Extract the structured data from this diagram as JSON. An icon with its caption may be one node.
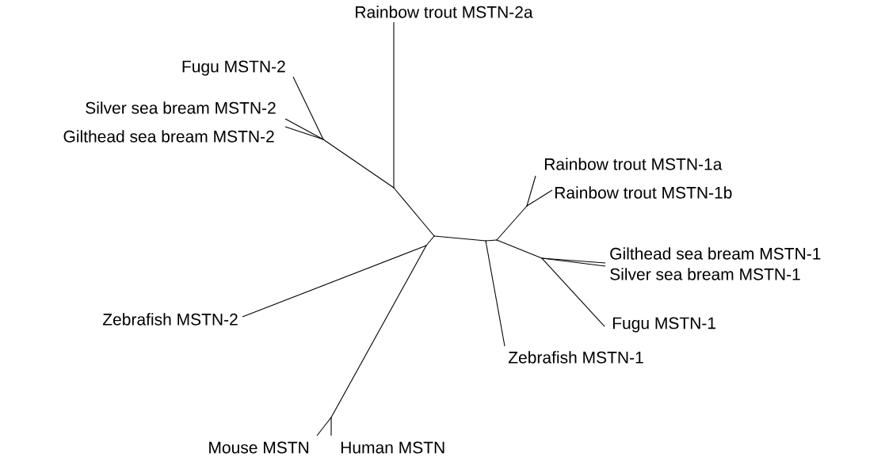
{
  "diagram": {
    "nodes": [
      {
        "text": [
          "Rainbow trout MSTN-2a"
        ]
      },
      {
        "text": [
          "Fugu MSTN-2"
        ]
      },
      {
        "text": [
          "Silver sea bream MSTN-2"
        ]
      },
      {
        "text": [
          "Gilthead sea bream MSTN-2"
        ]
      },
      {
        "text": [
          "Rainbow trout MSTN-1a"
        ]
      },
      {
        "text": [
          "Rainbow trout MSTN-1b"
        ]
      },
      {
        "text": [
          "Gilthead sea bream MSTN-1"
        ]
      },
      {
        "text": [
          "Silver sea bream MSTN-1"
        ]
      },
      {
        "text": [
          "Fugu MSTN-1"
        ]
      },
      {
        "text": [
          "Zebrafish MSTN-1"
        ]
      },
      {
        "text": [
          "Zebrafish MSTN-2"
        ]
      },
      {
        "text": [
          "Mouse MSTN"
        ]
      },
      {
        "text": [
          "Human MSTN"
        ]
      },
      {
        "text": [],
        "shape": "point"
      },
      {
        "text": [],
        "shape": "point"
      },
      {
        "text": [],
        "shape": "point"
      },
      {
        "text": [],
        "shape": "point"
      },
      {
        "text": [],
        "shape": "point"
      },
      {
        "text": [],
        "shape": "point"
      },
      {
        "text": [],
        "shape": "point"
      },
      {
        "text": [],
        "shape": "point"
      },
      {
        "text": [],
        "shape": "point"
      }
    ],
    "edges": [
      {
        "from": 13,
        "to": 14,
        "arrow": "none"
      },
      {
        "from": 14,
        "to": 15,
        "arrow": "none"
      },
      {
        "from": 13,
        "to": 16,
        "arrow": "none"
      },
      {
        "from": 16,
        "to": 0,
        "arrow": "none"
      },
      {
        "from": 16,
        "to": 17,
        "arrow": "none"
      },
      {
        "from": 17,
        "to": 1,
        "arrow": "none"
      },
      {
        "from": 17,
        "to": 2,
        "arrow": "none"
      },
      {
        "from": 17,
        "to": 3,
        "arrow": "none"
      },
      {
        "from": 13,
        "to": 18,
        "arrow": "none"
      },
      {
        "from": 18,
        "to": 10,
        "arrow": "none"
      },
      {
        "from": 18,
        "to": 19,
        "arrow": "none"
      },
      {
        "from": 19,
        "to": 11,
        "arrow": "none"
      },
      {
        "from": 19,
        "to": 12,
        "arrow": "none"
      },
      {
        "from": 15,
        "to": 20,
        "arrow": "none"
      },
      {
        "from": 20,
        "to": 4,
        "arrow": "none"
      },
      {
        "from": 20,
        "to": 5,
        "arrow": "none"
      },
      {
        "from": 15,
        "to": 21,
        "arrow": "none"
      },
      {
        "from": 21,
        "to": 6,
        "arrow": "none"
      },
      {
        "from": 21,
        "to": 7,
        "arrow": "none"
      },
      {
        "from": 21,
        "to": 8,
        "arrow": "none"
      },
      {
        "from": 14,
        "to": 9,
        "arrow": "none"
      }
    ]
  }
}
